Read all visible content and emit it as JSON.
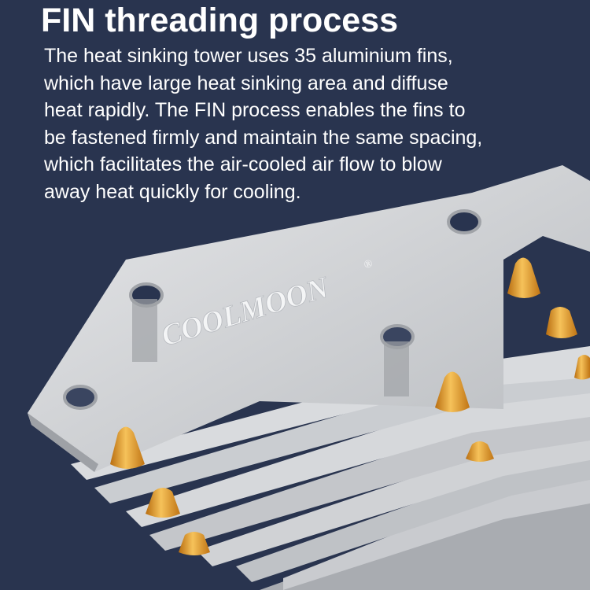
{
  "header": {
    "title": "FIN threading process"
  },
  "description": {
    "lines": [
      "The heat sinking tower uses 35 aluminium fins,",
      "which have large heat sinking area and diffuse",
      "heat rapidly. The FIN process enables the fins to",
      "be fastened firmly and maintain the same spacing,",
      "which facilitates the air-cooled air flow to blow",
      "away heat quickly for cooling."
    ]
  },
  "product": {
    "brand_logo": "COOLMOON",
    "registered_mark": "®",
    "fin_count": 35,
    "material": "aluminium"
  },
  "colors": {
    "background": "#29344f",
    "text": "#ffffff",
    "fin": "#d4d6d9",
    "fin_shadow": "#8c8f94",
    "copper": "#e09a2a"
  }
}
